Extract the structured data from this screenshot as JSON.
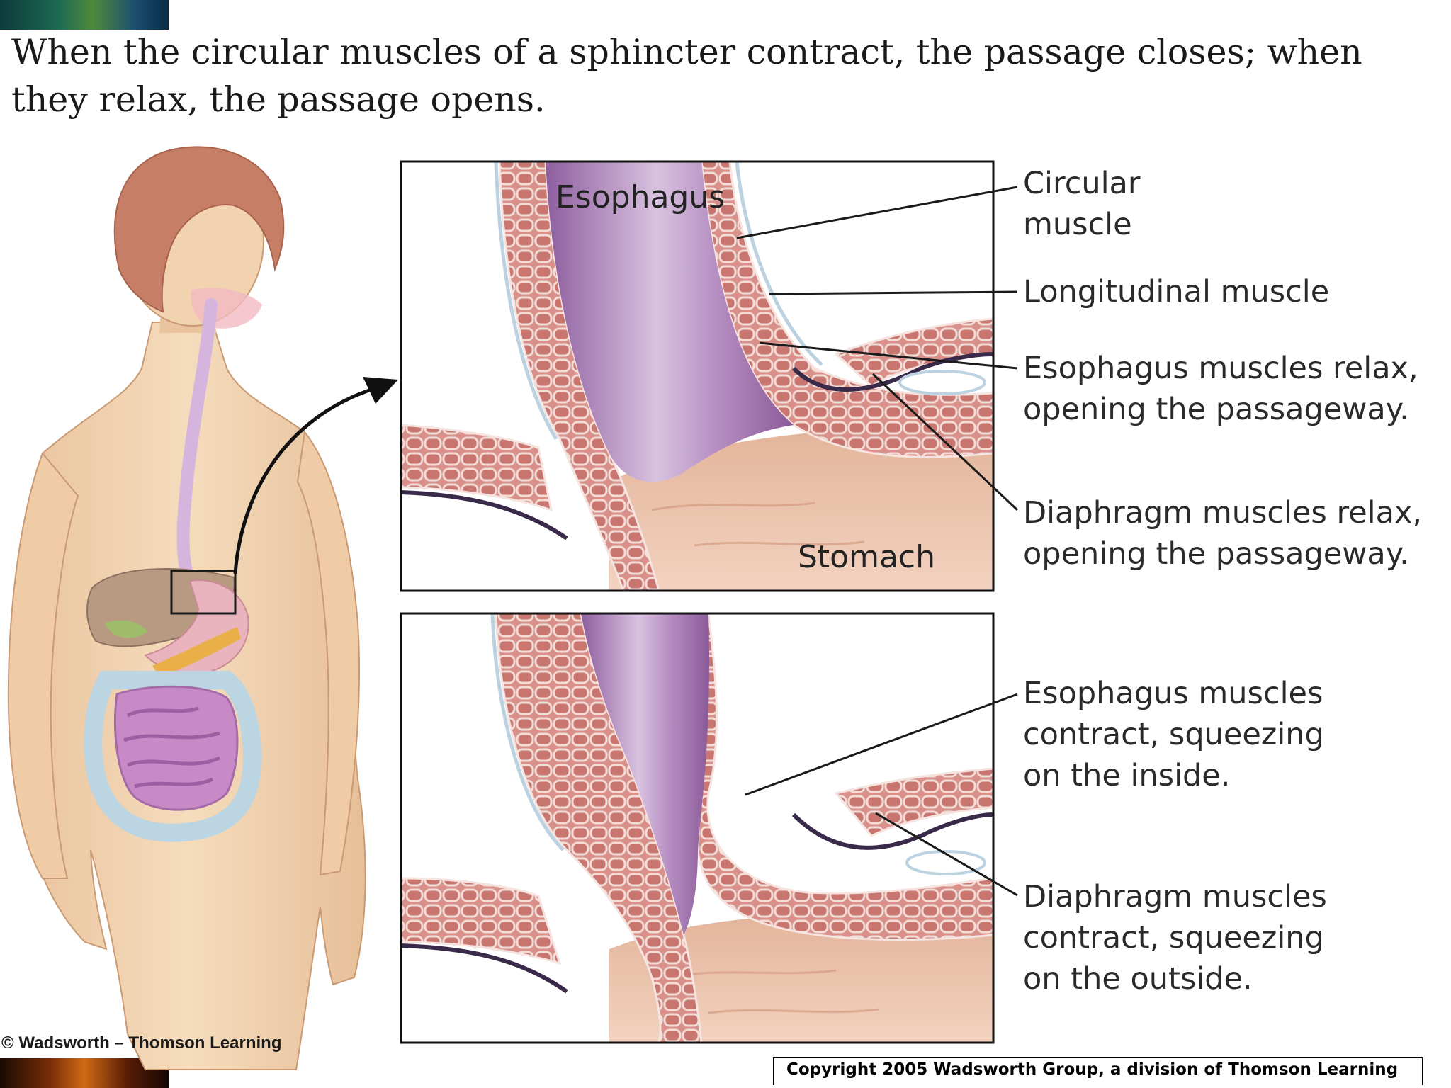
{
  "caption": "When the circular muscles of a sphincter contract, the passage closes; when they relax, the passage opens.",
  "panel_top": {
    "esophagus_label": "Esophagus",
    "stomach_label": "Stomach",
    "labels": {
      "circular_muscle": [
        "Circular",
        "muscle"
      ],
      "longitudinal_muscle": [
        "Longitudinal muscle"
      ],
      "esophagus_relax": [
        "Esophagus muscles relax,",
        "opening the passageway."
      ],
      "diaphragm_relax": [
        "Diaphragm muscles relax,",
        "opening the passageway."
      ]
    }
  },
  "panel_bottom": {
    "labels": {
      "esophagus_contract": [
        "Esophagus muscles",
        "contract, squeezing",
        "on the inside."
      ],
      "diaphragm_contract": [
        "Diaphragm muscles",
        "contract, squeezing",
        "on the outside."
      ]
    }
  },
  "credit": "© Wadsworth – Thomson Learning",
  "copyright": "Copyright 2005 Wadsworth Group, a division of Thomson Learning",
  "colors": {
    "skin": "#f1d3b0",
    "hair": "#c9856a",
    "muscle": "#d98a86",
    "lumen": "#b994c2",
    "stomach": "#e8bfa6",
    "diaphragm_line": "#3a2a4a"
  }
}
